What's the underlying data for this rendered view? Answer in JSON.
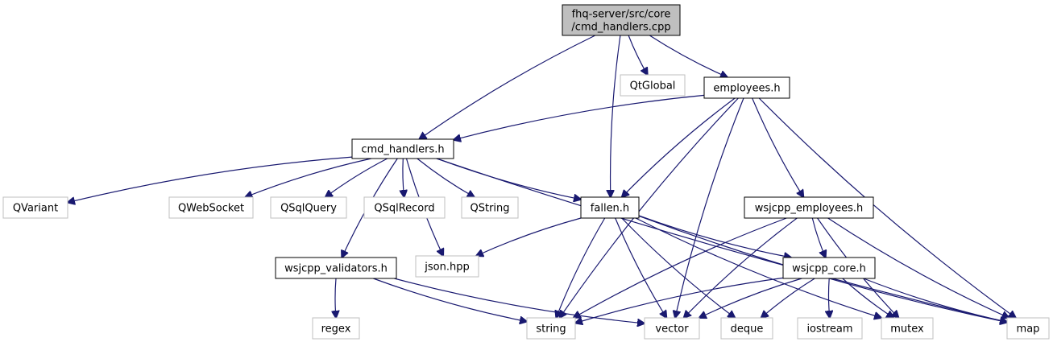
{
  "graph": {
    "nodes": [
      {
        "id": "main",
        "lines": [
          "fhq-server/src/core",
          "/cmd_handlers.cpp"
        ],
        "kind": "main"
      },
      {
        "id": "qtglobal",
        "lines": [
          "QtGlobal"
        ],
        "kind": "ext"
      },
      {
        "id": "employees",
        "lines": [
          "employees.h"
        ],
        "kind": "doc"
      },
      {
        "id": "cmd_handlers",
        "lines": [
          "cmd_handlers.h"
        ],
        "kind": "doc"
      },
      {
        "id": "qvariant",
        "lines": [
          "QVariant"
        ],
        "kind": "ext"
      },
      {
        "id": "qwebsocket",
        "lines": [
          "QWebSocket"
        ],
        "kind": "ext"
      },
      {
        "id": "qsqlquery",
        "lines": [
          "QSqlQuery"
        ],
        "kind": "ext"
      },
      {
        "id": "qsqlrecord",
        "lines": [
          "QSqlRecord"
        ],
        "kind": "ext"
      },
      {
        "id": "qstring",
        "lines": [
          "QString"
        ],
        "kind": "ext"
      },
      {
        "id": "fallen",
        "lines": [
          "fallen.h"
        ],
        "kind": "doc"
      },
      {
        "id": "wsjcpp_employees",
        "lines": [
          "wsjcpp_employees.h"
        ],
        "kind": "doc"
      },
      {
        "id": "wsjcpp_validators",
        "lines": [
          "wsjcpp_validators.h"
        ],
        "kind": "doc"
      },
      {
        "id": "json",
        "lines": [
          "json.hpp"
        ],
        "kind": "ext"
      },
      {
        "id": "wsjcpp_core",
        "lines": [
          "wsjcpp_core.h"
        ],
        "kind": "doc"
      },
      {
        "id": "regex",
        "lines": [
          "regex"
        ],
        "kind": "ext"
      },
      {
        "id": "string",
        "lines": [
          "string"
        ],
        "kind": "ext"
      },
      {
        "id": "vector",
        "lines": [
          "vector"
        ],
        "kind": "ext"
      },
      {
        "id": "deque",
        "lines": [
          "deque"
        ],
        "kind": "ext"
      },
      {
        "id": "iostream",
        "lines": [
          "iostream"
        ],
        "kind": "ext"
      },
      {
        "id": "mutex",
        "lines": [
          "mutex"
        ],
        "kind": "ext"
      },
      {
        "id": "map",
        "lines": [
          "map"
        ],
        "kind": "ext"
      }
    ],
    "edges": [
      [
        "main",
        "cmd_handlers"
      ],
      [
        "main",
        "qtglobal"
      ],
      [
        "main",
        "employees"
      ],
      [
        "main",
        "fallen"
      ],
      [
        "employees",
        "cmd_handlers"
      ],
      [
        "employees",
        "fallen"
      ],
      [
        "employees",
        "string"
      ],
      [
        "employees",
        "vector"
      ],
      [
        "employees",
        "wsjcpp_employees"
      ],
      [
        "employees",
        "map"
      ],
      [
        "cmd_handlers",
        "qvariant"
      ],
      [
        "cmd_handlers",
        "qwebsocket"
      ],
      [
        "cmd_handlers",
        "qsqlquery"
      ],
      [
        "cmd_handlers",
        "qsqlrecord"
      ],
      [
        "cmd_handlers",
        "qstring"
      ],
      [
        "cmd_handlers",
        "fallen"
      ],
      [
        "cmd_handlers",
        "json"
      ],
      [
        "cmd_handlers",
        "wsjcpp_validators"
      ],
      [
        "cmd_handlers",
        "map"
      ],
      [
        "fallen",
        "json"
      ],
      [
        "fallen",
        "string"
      ],
      [
        "fallen",
        "vector"
      ],
      [
        "fallen",
        "deque"
      ],
      [
        "fallen",
        "wsjcpp_core"
      ],
      [
        "fallen",
        "mutex"
      ],
      [
        "fallen",
        "map"
      ],
      [
        "wsjcpp_employees",
        "string"
      ],
      [
        "wsjcpp_employees",
        "vector"
      ],
      [
        "wsjcpp_employees",
        "wsjcpp_core"
      ],
      [
        "wsjcpp_employees",
        "mutex"
      ],
      [
        "wsjcpp_employees",
        "map"
      ],
      [
        "wsjcpp_validators",
        "regex"
      ],
      [
        "wsjcpp_validators",
        "string"
      ],
      [
        "wsjcpp_validators",
        "vector"
      ],
      [
        "wsjcpp_core",
        "string"
      ],
      [
        "wsjcpp_core",
        "vector"
      ],
      [
        "wsjcpp_core",
        "deque"
      ],
      [
        "wsjcpp_core",
        "iostream"
      ],
      [
        "wsjcpp_core",
        "mutex"
      ],
      [
        "wsjcpp_core",
        "map"
      ]
    ]
  },
  "colors": {
    "edge": "#191970",
    "main_fill": "#bfbfbf",
    "doc_border": "#000000",
    "ext_border": "#bfbfbf"
  }
}
